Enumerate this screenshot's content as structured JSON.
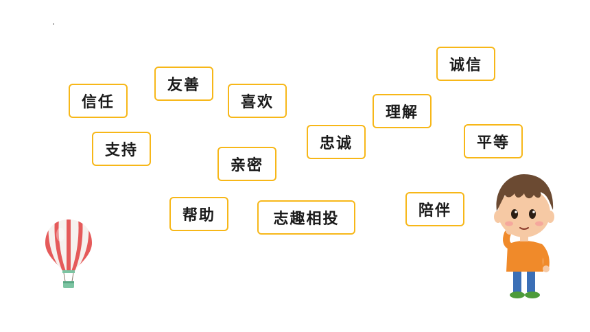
{
  "words": [
    {
      "id": "xinren",
      "text": "信任"
    },
    {
      "id": "youshan",
      "text": "友善"
    },
    {
      "id": "xihuan",
      "text": "喜欢"
    },
    {
      "id": "zhichi",
      "text": "支持"
    },
    {
      "id": "qinmi",
      "text": "亲密"
    },
    {
      "id": "zhongcheng",
      "text": "忠诚"
    },
    {
      "id": "lijie",
      "text": "理解"
    },
    {
      "id": "chengxin",
      "text": "诚信"
    },
    {
      "id": "pingdeng",
      "text": "平等"
    },
    {
      "id": "bangzhu",
      "text": "帮助"
    },
    {
      "id": "zhiquxiangtou",
      "text": "志趣相投"
    },
    {
      "id": "peiban",
      "text": "陪伴"
    }
  ],
  "colors": {
    "card_border": "#f7b718",
    "text": "#1a1a1a",
    "background": "#ffffff"
  },
  "decorations": [
    "hot-air-balloon",
    "thinking-boy"
  ]
}
